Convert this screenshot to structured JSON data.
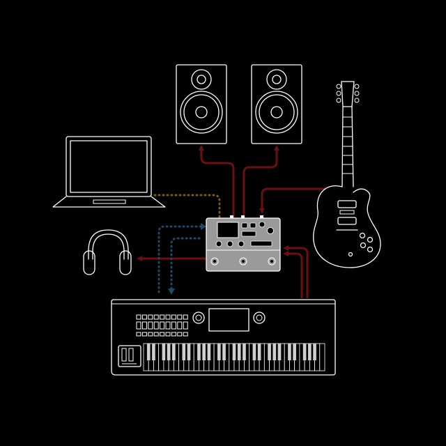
{
  "diagram": {
    "background": "#000000",
    "line_color": "#ffffff",
    "colors": {
      "audio_cable": "#6b0f10",
      "midi_cable_blue": "#1f4a66",
      "usb_cable": "#7a5a14",
      "processor_fill": "#9a9a9a",
      "black_keys": "#cfcfcf"
    },
    "devices": [
      {
        "id": "speaker-left",
        "icon": "studio-monitor-icon"
      },
      {
        "id": "speaker-right",
        "icon": "studio-monitor-icon"
      },
      {
        "id": "electric-guitar",
        "icon": "guitar-icon"
      },
      {
        "id": "laptop",
        "icon": "laptop-icon"
      },
      {
        "id": "headphones",
        "icon": "headphones-icon"
      },
      {
        "id": "multi-effects-processor",
        "icon": "effects-processor-icon"
      },
      {
        "id": "keyboard-synth",
        "icon": "keyboard-synth-icon"
      }
    ],
    "connections": [
      {
        "from": "multi-effects-processor",
        "to": "speaker-left",
        "type": "audio"
      },
      {
        "from": "multi-effects-processor",
        "to": "speaker-right",
        "type": "audio"
      },
      {
        "from": "electric-guitar",
        "to": "multi-effects-processor",
        "type": "audio"
      },
      {
        "from": "multi-effects-processor",
        "to": "headphones",
        "type": "audio"
      },
      {
        "from": "keyboard-synth",
        "to": "multi-effects-processor",
        "type": "audio"
      },
      {
        "from": "laptop",
        "to": "multi-effects-processor",
        "type": "usb"
      },
      {
        "from": "keyboard-synth",
        "to": "multi-effects-processor",
        "type": "midi"
      },
      {
        "from": "multi-effects-processor",
        "to": "keyboard-synth",
        "type": "midi"
      }
    ]
  }
}
